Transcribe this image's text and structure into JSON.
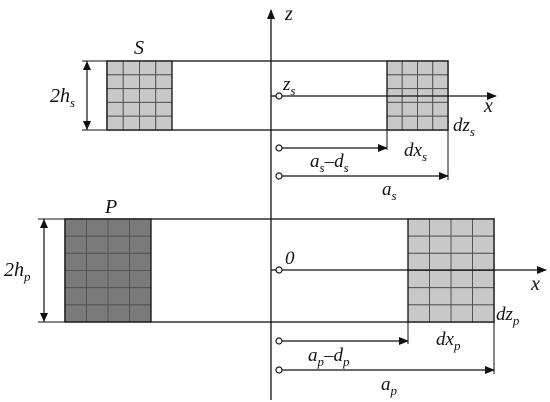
{
  "colors": {
    "line": "#111111",
    "coil_s_fill": "#c8c8c8",
    "coil_p_fill": "#7a7a7a",
    "coil_p_right_fill": "#c8c8c8",
    "cell_grid": "#555555"
  },
  "axes": {
    "z_label": "z",
    "x_label_s": "x",
    "x_label_p": "x"
  },
  "coil_s": {
    "name": "S",
    "height_label": {
      "main": "2h",
      "sub": "s"
    },
    "origin_label": {
      "main": "z",
      "sub": "s"
    },
    "dx_label": {
      "main": "dx",
      "sub": "s"
    },
    "dz_label": {
      "main": "dz",
      "sub": "s"
    },
    "inner_dim": {
      "a": "a",
      "a_sub": "s",
      "minus": "–d",
      "d_sub": "s"
    },
    "outer_dim": {
      "a": "a",
      "a_sub": "s"
    }
  },
  "coil_p": {
    "name": "P",
    "height_label": {
      "main": "2h",
      "sub": "p"
    },
    "origin_label": "0",
    "dx_label": {
      "main": "dx",
      "sub": "p"
    },
    "dz_label": {
      "main": "dz",
      "sub": "p"
    },
    "inner_dim": {
      "a": "a",
      "a_sub": "p",
      "minus": "–d",
      "d_sub": "p"
    },
    "outer_dim": {
      "a": "a",
      "a_sub": "p"
    }
  }
}
